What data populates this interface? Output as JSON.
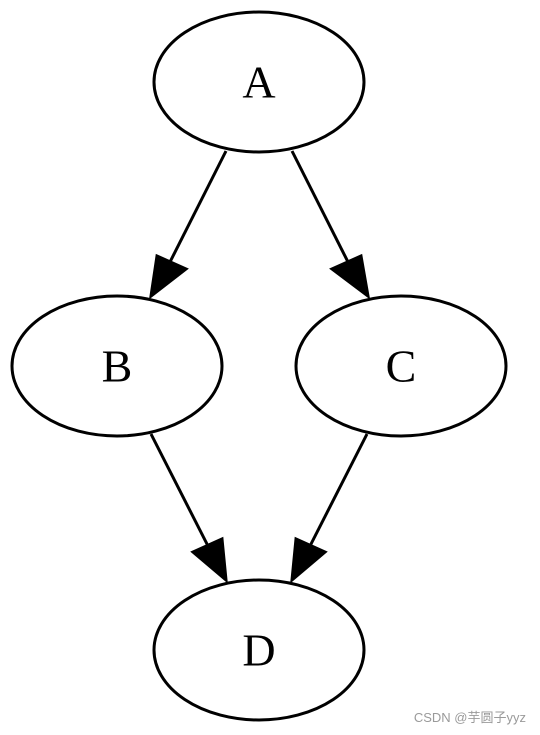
{
  "diagram": {
    "type": "directed-graph",
    "nodes": [
      {
        "id": "A",
        "label": "A"
      },
      {
        "id": "B",
        "label": "B"
      },
      {
        "id": "C",
        "label": "C"
      },
      {
        "id": "D",
        "label": "D"
      }
    ],
    "edges": [
      {
        "from": "A",
        "to": "B"
      },
      {
        "from": "A",
        "to": "C"
      },
      {
        "from": "B",
        "to": "D"
      },
      {
        "from": "C",
        "to": "D"
      }
    ],
    "colors": {
      "stroke": "#000000",
      "fill": "#ffffff",
      "text": "#000000",
      "watermark": "#9a9a9a"
    }
  },
  "watermark": {
    "text": "CSDN @芋圆子yyz"
  }
}
